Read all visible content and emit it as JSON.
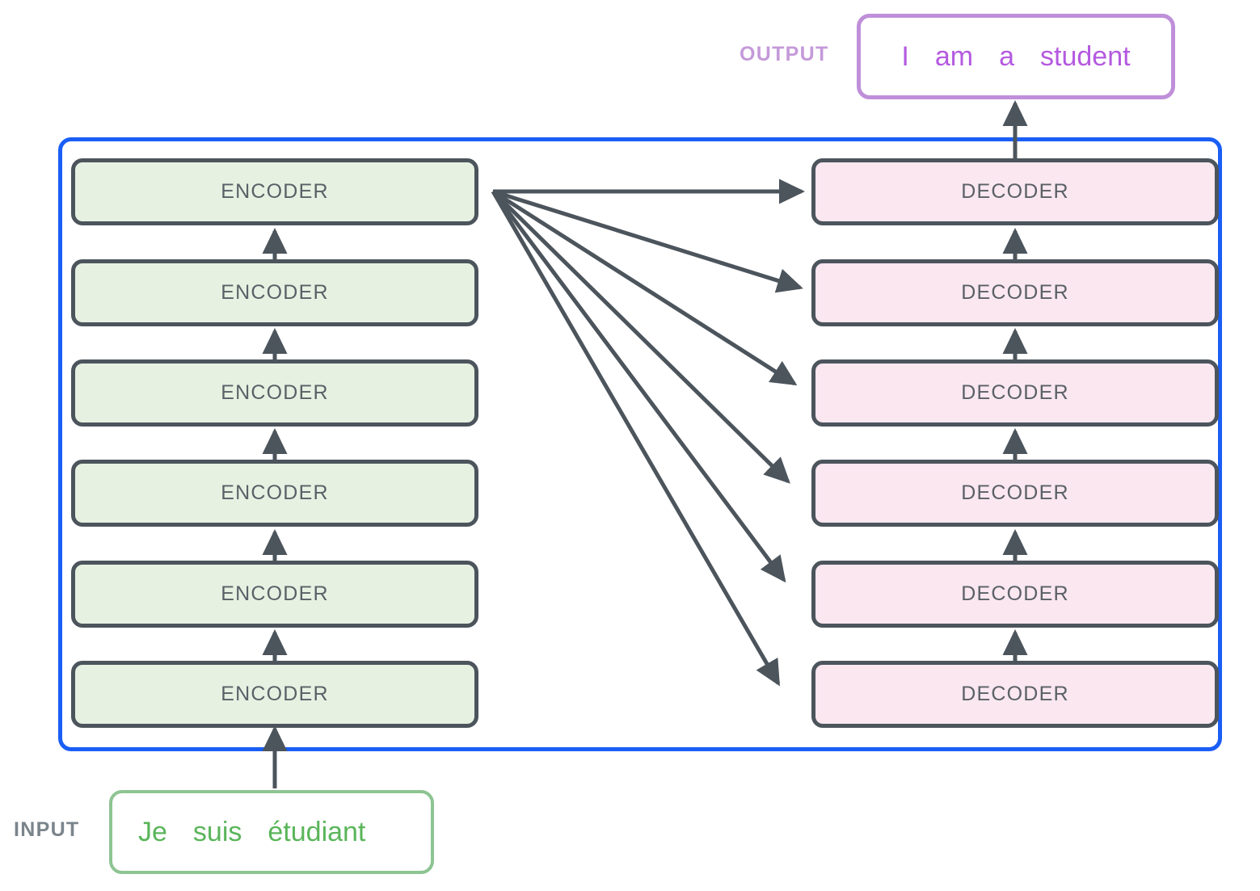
{
  "diagram": {
    "title": "Transformer encoder-decoder stack",
    "colors": {
      "model_frame_border": "#1a5ef5",
      "encoder_fill": "#e7f1e2",
      "decoder_fill": "#fae7f0",
      "block_border": "#4c545c",
      "block_text": "#5a6066",
      "arrow": "#4c545c",
      "output_border": "#bf8fd9",
      "output_text": "#b45ae0",
      "output_label": "#c49ad9",
      "input_border": "#8ec492",
      "input_text": "#5ab55a",
      "input_label": "#7b858c"
    },
    "encoder_stack": {
      "name": "encoder-stack",
      "count": 6,
      "blocks": [
        {
          "label": "ENCODER"
        },
        {
          "label": "ENCODER"
        },
        {
          "label": "ENCODER"
        },
        {
          "label": "ENCODER"
        },
        {
          "label": "ENCODER"
        },
        {
          "label": "ENCODER"
        }
      ]
    },
    "decoder_stack": {
      "name": "decoder-stack",
      "count": 6,
      "blocks": [
        {
          "label": "DECODER"
        },
        {
          "label": "DECODER"
        },
        {
          "label": "DECODER"
        },
        {
          "label": "DECODER"
        },
        {
          "label": "DECODER"
        },
        {
          "label": "DECODER"
        }
      ]
    },
    "input": {
      "label": "INPUT",
      "tokens": [
        "Je",
        "suis",
        "étudiant"
      ]
    },
    "output": {
      "label": "OUTPUT",
      "tokens": [
        "I",
        "am",
        "a",
        "student"
      ]
    },
    "connections": {
      "encoder_to_encoder": "vertical-arrow-up",
      "decoder_to_decoder": "vertical-arrow-up",
      "top_encoder_to_all_decoders": 6,
      "input_to_bottom_encoder": "vertical-arrow-up",
      "top_decoder_to_output": "vertical-arrow-up"
    }
  }
}
